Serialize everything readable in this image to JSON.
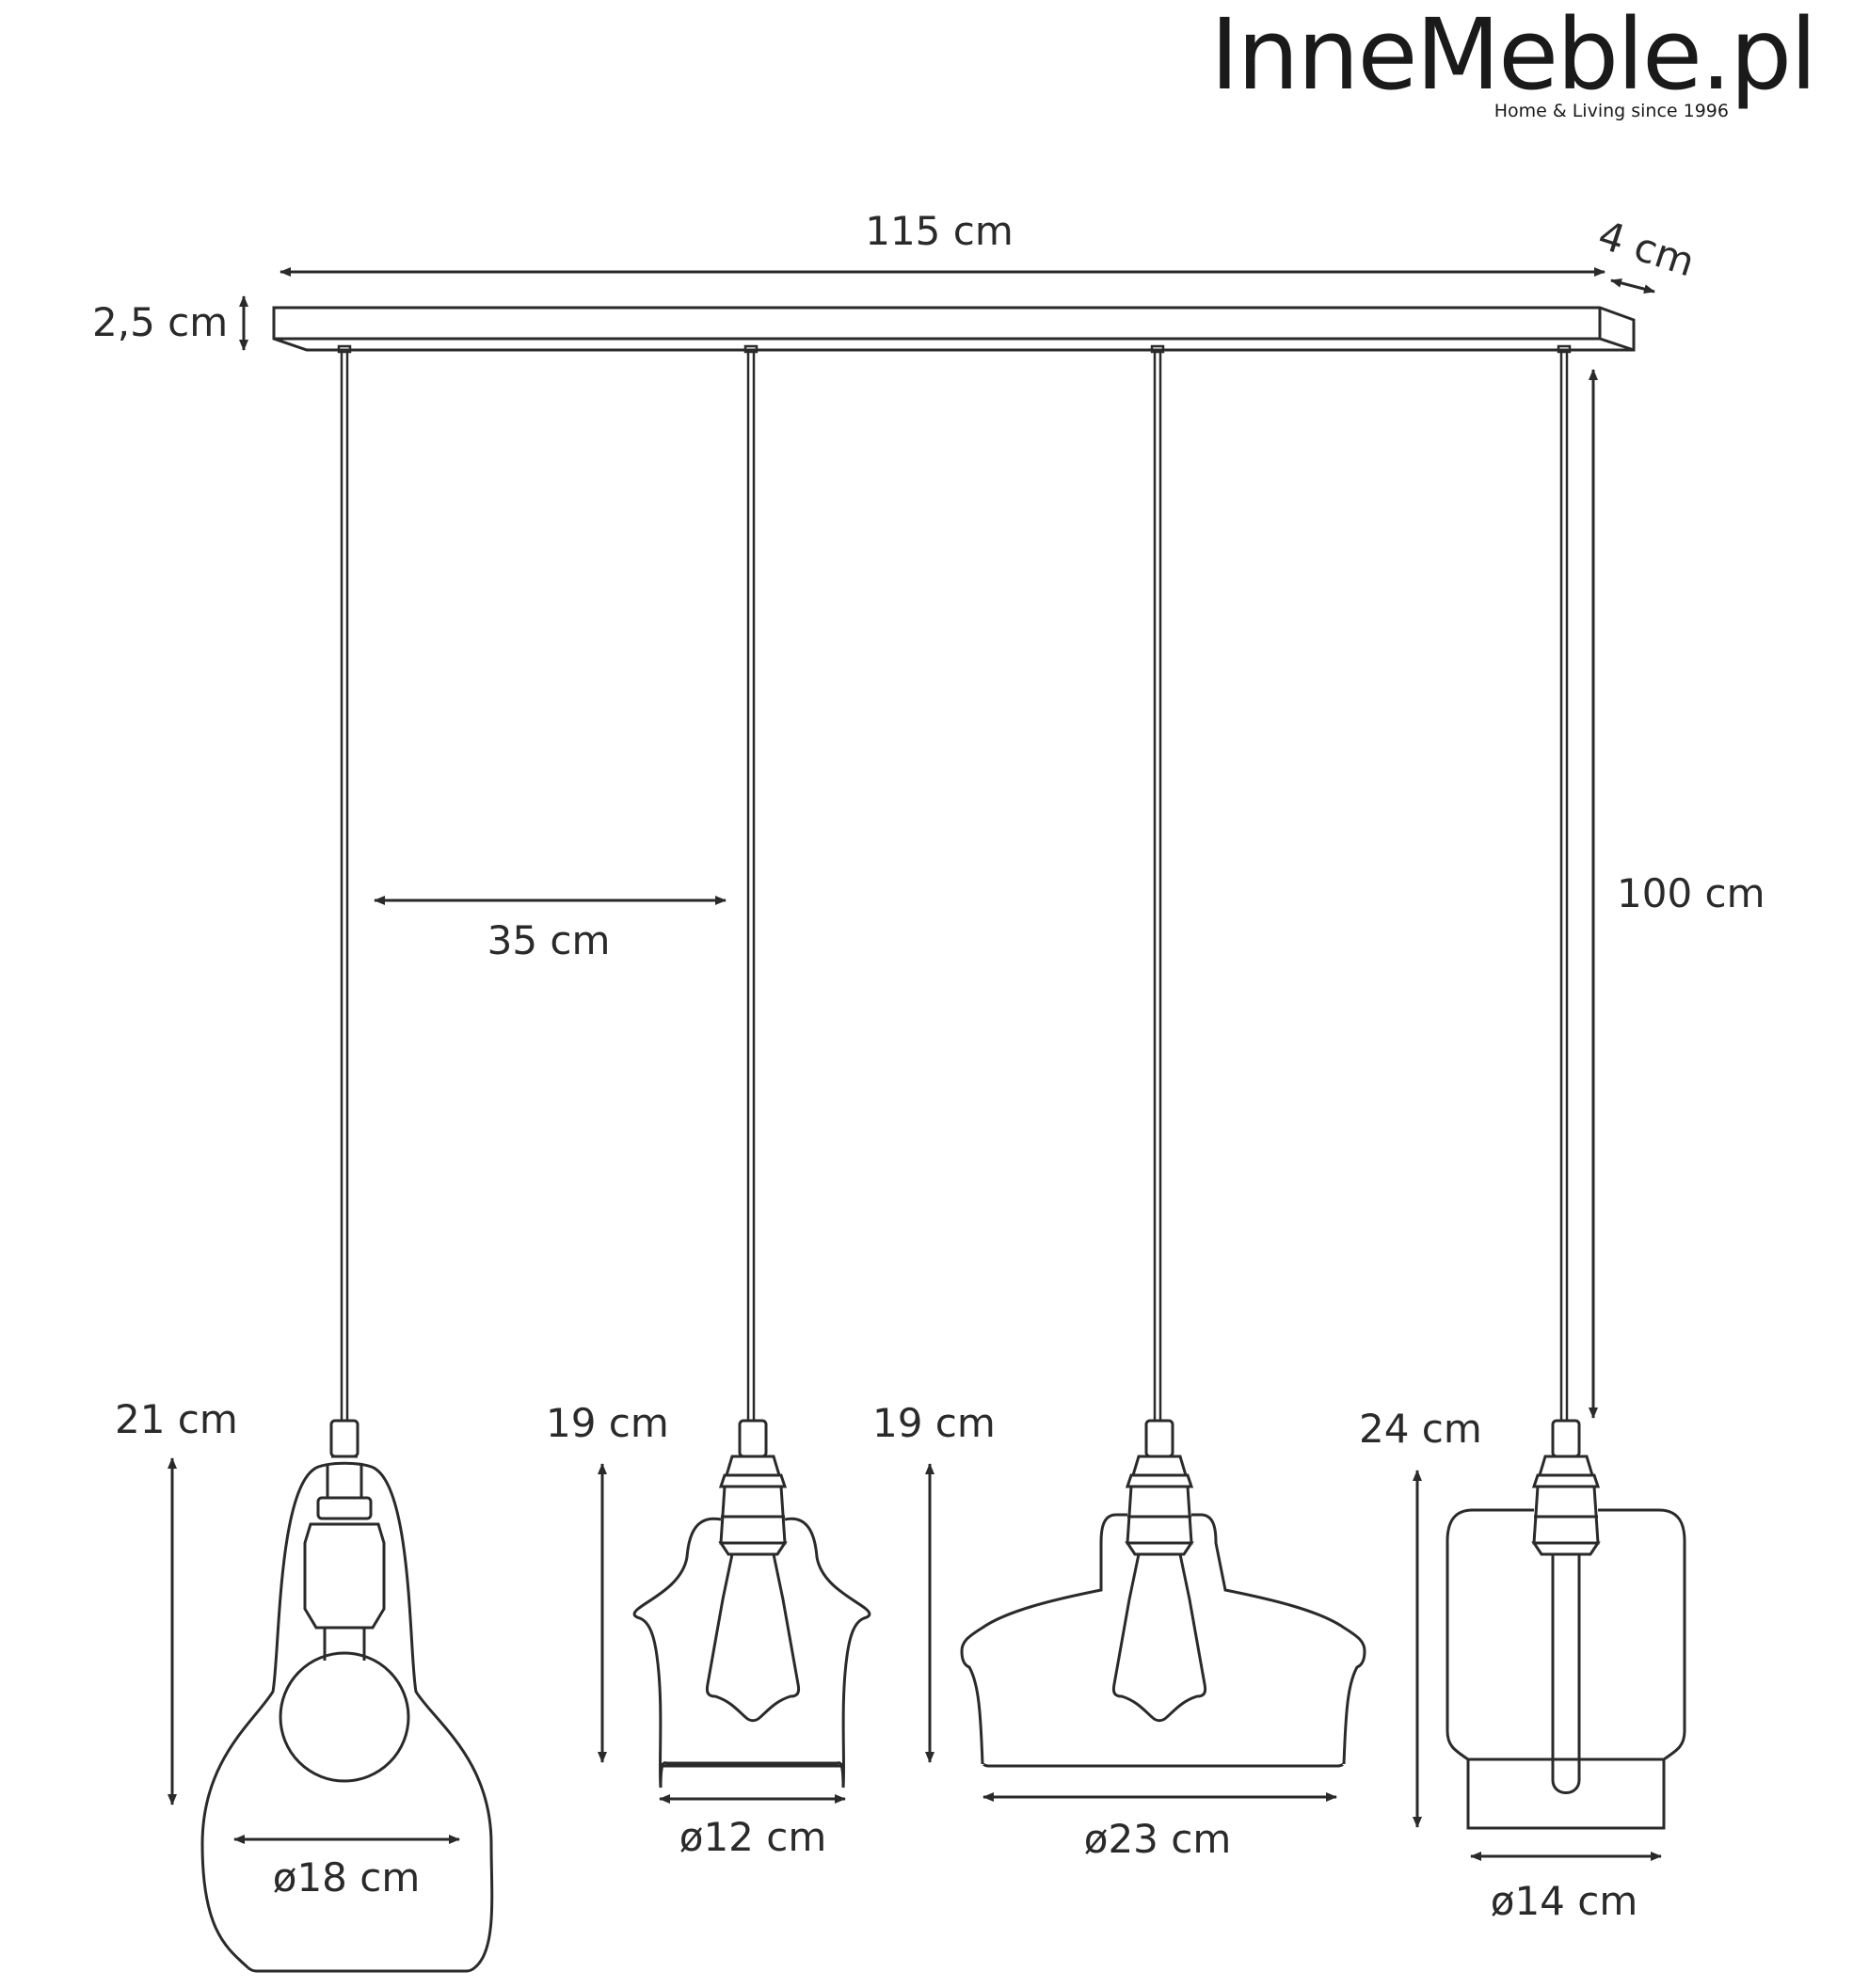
{
  "brand": {
    "name": "InneMeble.pl",
    "tagline": "Home & Living since 1996"
  },
  "dimensions": {
    "width": "115 cm",
    "depth": "4 cm",
    "height": "2,5 cm",
    "spacing": "35 cm",
    "cable": "100 cm"
  },
  "lamps": [
    {
      "height": "21 cm",
      "diameter": "ø18 cm"
    },
    {
      "height": "19 cm",
      "diameter": "ø12 cm"
    },
    {
      "height": "19 cm",
      "diameter": "ø23 cm"
    },
    {
      "height": "24 cm",
      "diameter": "ø14 cm"
    }
  ],
  "colors": {
    "line": "#2a2a2a"
  }
}
